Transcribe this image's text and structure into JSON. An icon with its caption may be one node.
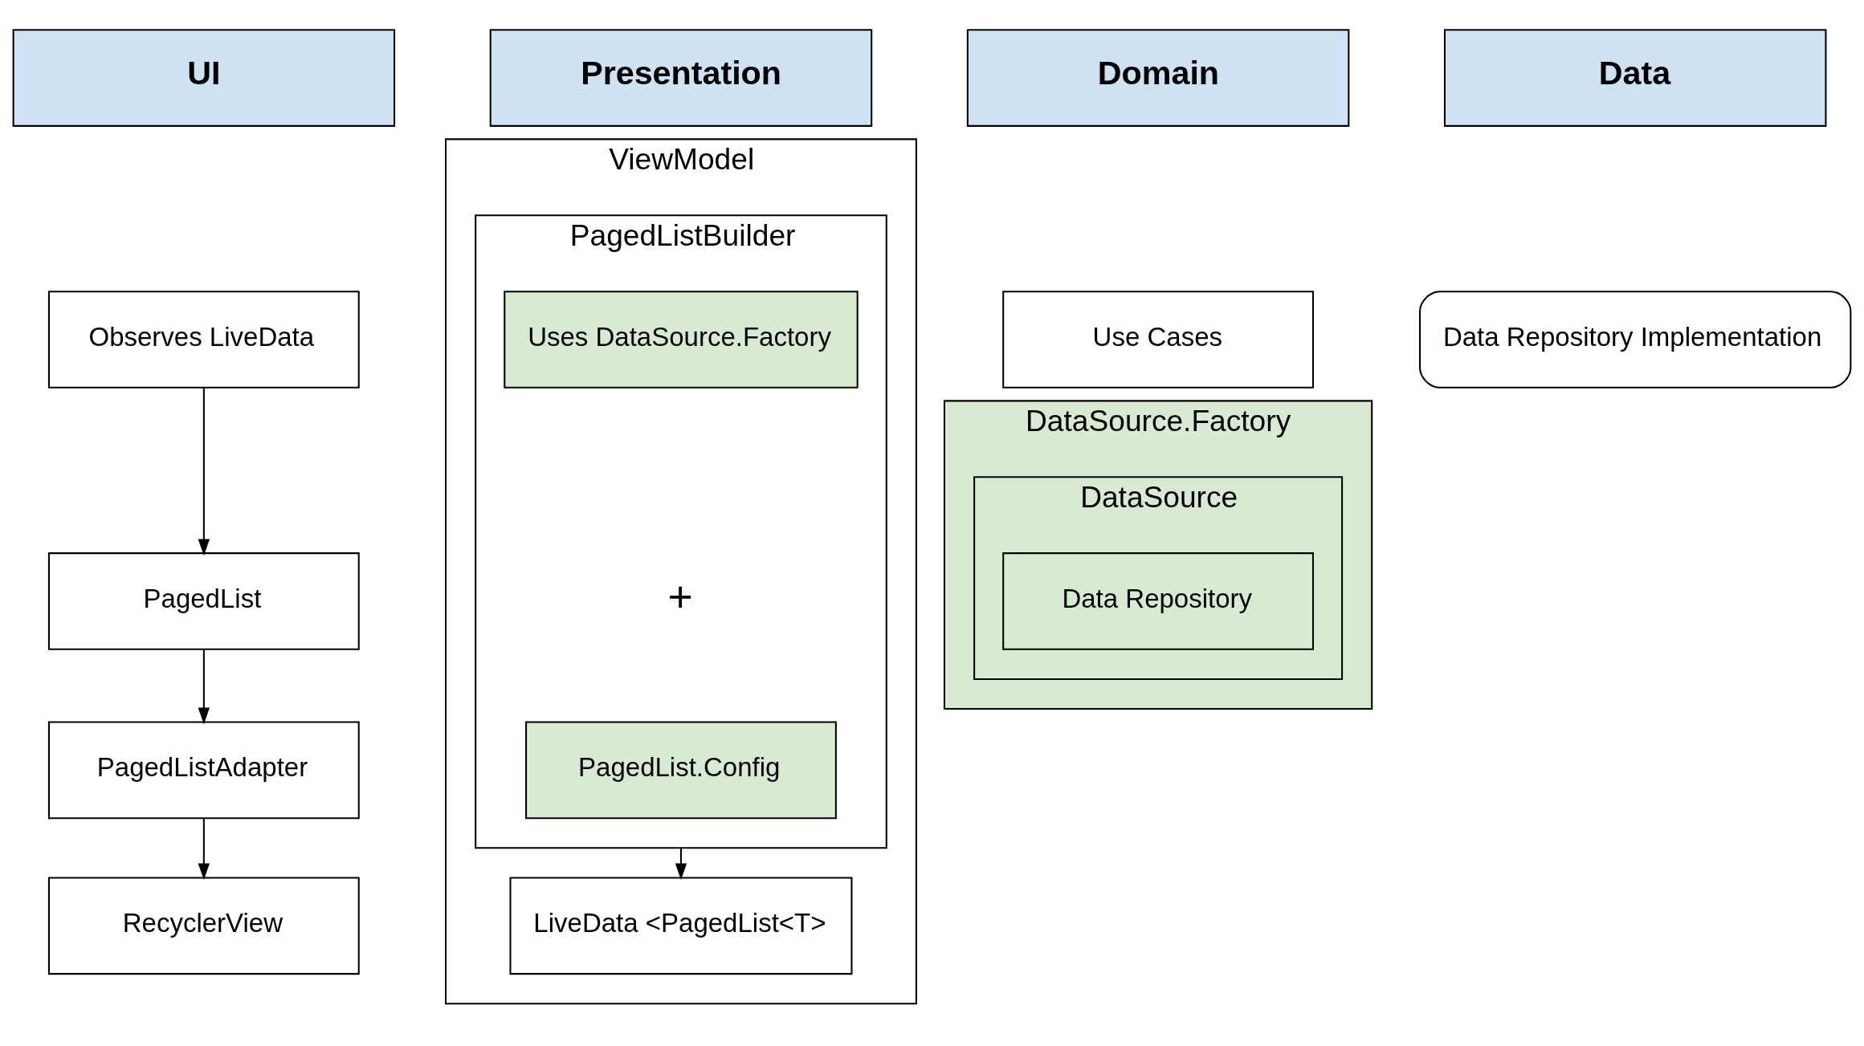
{
  "diagram": {
    "nodes": [
      {
        "text": [
          "UI"
        ]
      },
      {
        "text": [
          "Presentation"
        ]
      },
      {
        "text": [
          "Domain"
        ]
      },
      {
        "text": [
          "Data"
        ]
      },
      {
        "text": [
          "Observes LiveData"
        ]
      },
      {
        "text": [
          "PagedList"
        ]
      },
      {
        "text": [
          "PagedListAdapter"
        ]
      },
      {
        "text": [
          "RecyclerView"
        ]
      },
      {
        "text": [
          "ViewModel"
        ]
      },
      {
        "text": [
          "PagedListBuilder"
        ],
        "in": 8
      },
      {
        "text": [
          "Uses DataSource.Factory"
        ],
        "in": 9
      },
      {
        "text": [
          "PagedList.Config"
        ],
        "in": 9
      },
      {
        "text": [
          "LiveData <PagedList<T>"
        ],
        "in": 8
      },
      {
        "text": [
          "Use Cases"
        ]
      },
      {
        "text": [
          "DataSource.Factory"
        ]
      },
      {
        "text": [
          "DataSource"
        ],
        "in": 14
      },
      {
        "text": [
          "Data Repository"
        ],
        "in": 15
      },
      {
        "text": [
          "Data Repository Implementation"
        ]
      }
    ],
    "edges": [
      {
        "from": 4,
        "to": 5,
        "arrow": "to"
      },
      {
        "from": 5,
        "to": 6,
        "arrow": "to"
      },
      {
        "from": 6,
        "to": 7,
        "arrow": "to"
      },
      {
        "from": 9,
        "to": 12,
        "arrow": "to"
      }
    ],
    "labels": [
      "+"
    ]
  }
}
